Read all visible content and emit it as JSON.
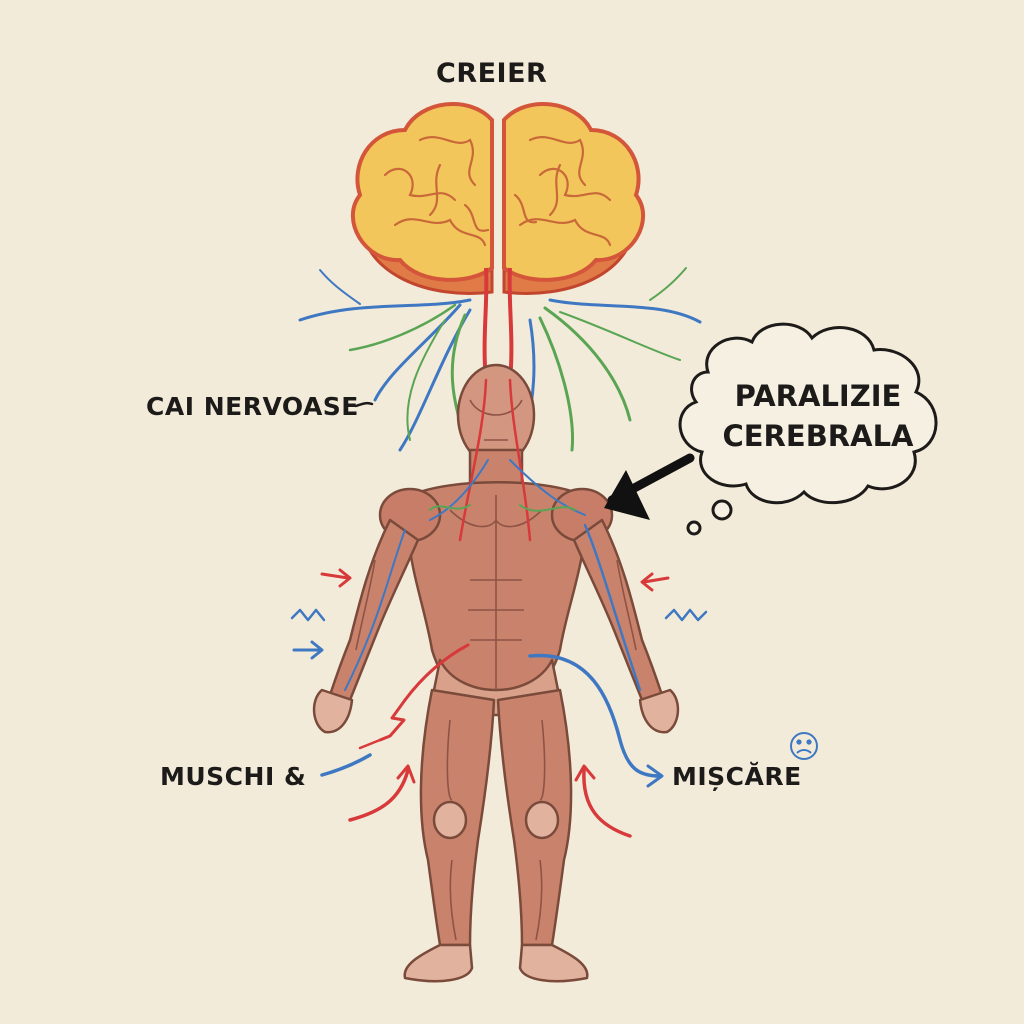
{
  "labels": {
    "brain": "CREIER",
    "nerves": "CAI NERVOASE",
    "muscles": "MUSCHI &",
    "movement": "MIȘCĂRE",
    "condition_line1": "PARALIZIE",
    "condition_line2": "CEREBRALA"
  },
  "icons": {
    "sad_face": "sad-face-icon",
    "pointer_arrow": "arrow-icon"
  },
  "colors": {
    "background": "#f3ebda",
    "brain_fill": "#f2c65a",
    "brain_outline": "#d4563a",
    "muscle": "#c9836c",
    "nerve_red": "#d8393a",
    "nerve_blue": "#3f78c2",
    "nerve_green": "#5aa554"
  }
}
